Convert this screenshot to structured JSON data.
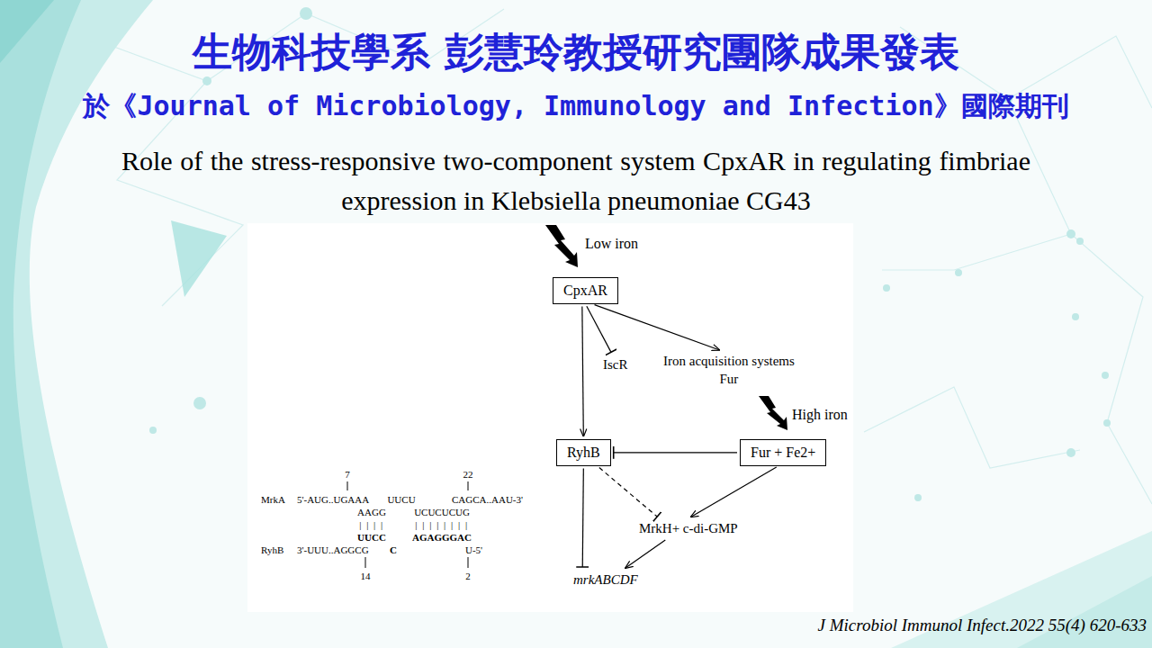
{
  "diagram": {
    "title": "生物科技學系 彭慧玲教授研究團隊成果發表",
    "caption": "J Microbiol Immunol Infect.2022 55(4) 620-633",
    "nodes": [
      {
        "text": [
          "CpxAR"
        ]
      },
      {
        "text": [
          "IscR"
        ]
      },
      {
        "text": [
          "Iron acquisition systems",
          "Fur"
        ]
      },
      {
        "text": [
          "RyhB"
        ]
      },
      {
        "text": [
          "Fur + Fe2+"
        ]
      },
      {
        "text": [
          "MrkH+ c-di-GMP"
        ]
      },
      {
        "text": [
          "mrkABCDF"
        ]
      }
    ],
    "edges": [
      {
        "from": 0,
        "to": 1,
        "arrow": "to"
      },
      {
        "from": 0,
        "to": 2,
        "arrow": "to"
      },
      {
        "from": 0,
        "to": 3,
        "arrow": "to"
      },
      {
        "from": 4,
        "to": 3,
        "arrow": "to"
      },
      {
        "from": 3,
        "to": 5,
        "arrow": "to"
      },
      {
        "from": 4,
        "to": 5,
        "arrow": "to"
      },
      {
        "from": 3,
        "to": 6,
        "arrow": "to"
      },
      {
        "from": 5,
        "to": 6,
        "arrow": "to"
      }
    ],
    "labels": [
      "於《Journal of Microbiology, Immunology and Infection》國際期刊",
      "Role of the stress-responsive two-component system CpxAR in regulating fimbriae expression in Klebsiella pneumoniae CG43",
      "Low iron",
      "High iron",
      "7",
      "22",
      "MrkA",
      "5'-AUG..UGAAA",
      "UUCU",
      "CAGCA..AAU-3'",
      "AAGG",
      "UCUCUCUG",
      "| | | |",
      "| | | | | | | |",
      "UUCC",
      "AGAGGGAC",
      "RyhB",
      "3'-UUU..AGGCG",
      "C",
      "U-5'",
      "14",
      "2"
    ]
  }
}
